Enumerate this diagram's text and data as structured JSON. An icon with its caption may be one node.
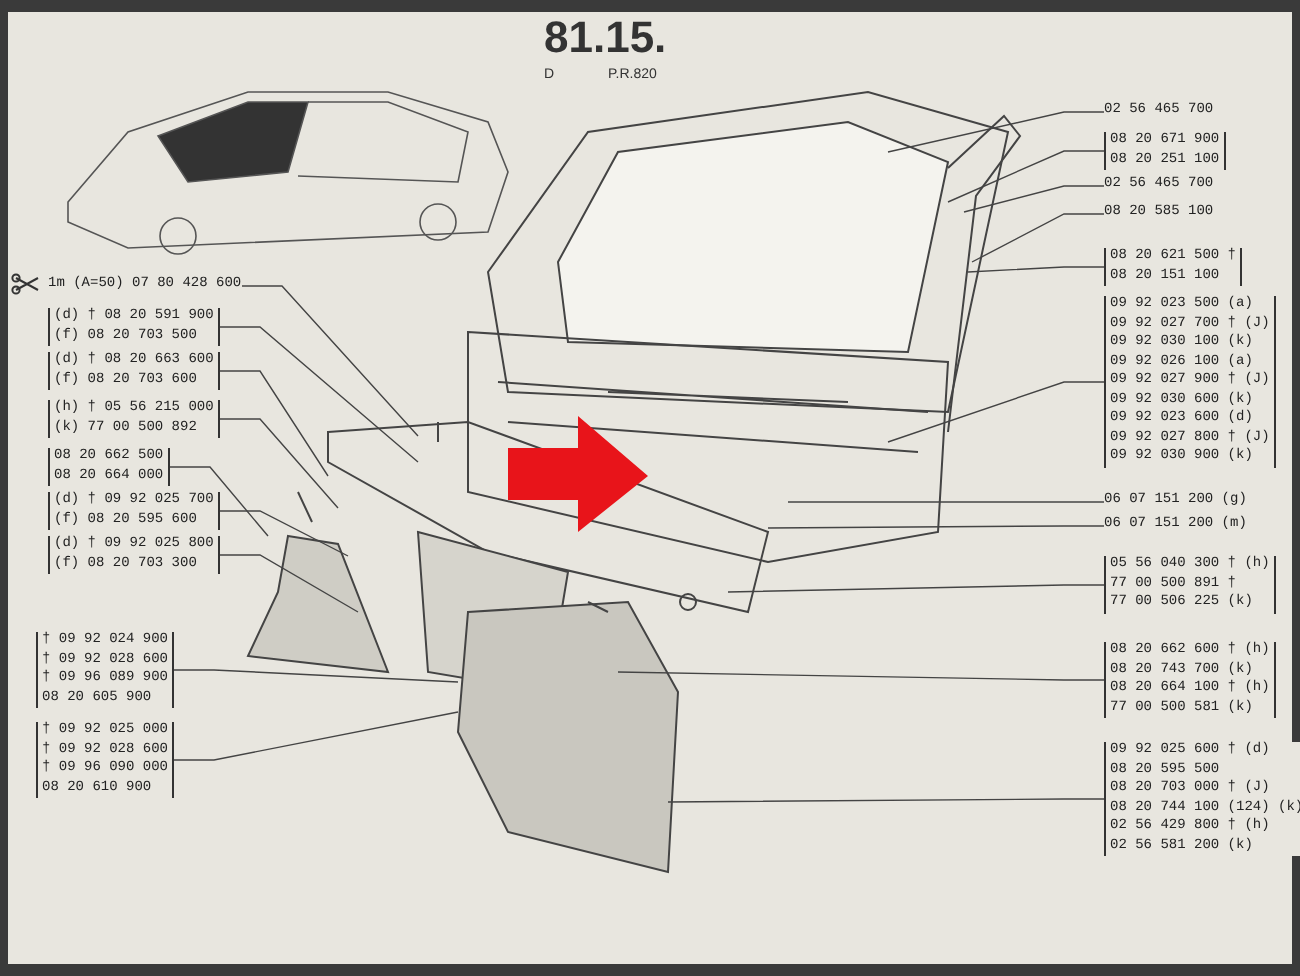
{
  "diagram": {
    "nodes": [
      {
        "text": [
          "1m (A=50) 07 80 428 600"
        ]
      },
      {
        "text": [
          "(d) † 08 20 591 900",
          "(f) 08 20 703 500"
        ]
      },
      {
        "text": [
          "(d) † 08 20 663 600",
          "(f) 08 20 703 600"
        ]
      },
      {
        "text": [
          "(h) † 05 56 215 000",
          "(k) 77 00 500 892"
        ]
      },
      {
        "text": [
          "08 20 662 500",
          "08 20 664 000"
        ]
      },
      {
        "text": [
          "(d) † 09 92 025 700",
          "(f) 08 20 595 600"
        ]
      },
      {
        "text": [
          "(d) † 09 92 025 800",
          "(f) 08 20 703 300"
        ]
      },
      {
        "text": [
          "† 09 92 024 900",
          "† 09 92 028 600",
          "† 09 96 089 900",
          "08 20 605 900"
        ]
      },
      {
        "text": [
          "† 09 92 025 000",
          "† 09 92 028 600",
          "† 09 96 090 000",
          "08 20 610 900"
        ]
      },
      {
        "text": [
          "02 56 465 700"
        ]
      },
      {
        "text": [
          "08 20 671 900",
          "08 20 251 100"
        ]
      },
      {
        "text": [
          "02 56 465 700"
        ]
      },
      {
        "text": [
          "08 20 585 100"
        ]
      },
      {
        "text": [
          "08 20 621 500 †",
          "08 20 151 100"
        ]
      },
      {
        "text": [
          "09 92 023 500 (a)",
          "09 92 027 700 † (J)",
          "09 92 030 100 (k)",
          "09 92 026 100 (a)",
          "09 92 027 900 † (J)",
          "09 92 030 600 (k)",
          "09 92 023 600 (d)",
          "09 92 027 800 † (J)",
          "09 92 030 900 (k)"
        ]
      },
      {
        "text": [
          "06 07 151 200 (g)"
        ]
      },
      {
        "text": [
          "06 07 151 200 (m)"
        ]
      },
      {
        "text": [
          "05 56 040 300 † (h)",
          "77 00 500 891 †",
          "77 00 506 225 (k)"
        ]
      },
      {
        "text": [
          "08 20 662 600 † (h)",
          "08 20 743 700 (k)",
          "08 20 664 100 † (h)",
          "77 00 500 581 (k)"
        ]
      },
      {
        "text": [
          "09 92 025 600 † (d)",
          "08 20 595 500",
          "08 20 703 000 † (J)",
          "08 20 744 100 (124) (k)",
          "02 56 429 800 † (h)",
          "02 56 581 200 (k)"
        ]
      }
    ],
    "edges": [
      {
        "from": 0,
        "to": null,
        "arrow": "none"
      },
      {
        "from": 1,
        "to": null,
        "arrow": "none"
      },
      {
        "from": 2,
        "to": null,
        "arrow": "none"
      },
      {
        "from": 3,
        "to": null,
        "arrow": "none"
      },
      {
        "from": 4,
        "to": null,
        "arrow": "none"
      },
      {
        "from": 5,
        "to": null,
        "arrow": "none"
      },
      {
        "from": 6,
        "to": null,
        "arrow": "none"
      },
      {
        "from": 7,
        "to": null,
        "arrow": "none"
      },
      {
        "from": 8,
        "to": null,
        "arrow": "none"
      },
      {
        "from": 9,
        "to": null,
        "arrow": "none"
      },
      {
        "from": 10,
        "to": null,
        "arrow": "none"
      },
      {
        "from": 11,
        "to": null,
        "arrow": "none"
      },
      {
        "from": 12,
        "to": null,
        "arrow": "none"
      },
      {
        "from": 13,
        "to": null,
        "arrow": "none"
      },
      {
        "from": 14,
        "to": null,
        "arrow": "none"
      },
      {
        "from": 15,
        "to": null,
        "arrow": "none"
      },
      {
        "from": 16,
        "to": null,
        "arrow": "none"
      },
      {
        "from": 17,
        "to": null,
        "arrow": "none"
      },
      {
        "from": 18,
        "to": null,
        "arrow": "none"
      },
      {
        "from": 19,
        "to": null,
        "arrow": "none"
      }
    ],
    "labels": [
      "81.15.",
      "D",
      "P.R.820"
    ]
  }
}
